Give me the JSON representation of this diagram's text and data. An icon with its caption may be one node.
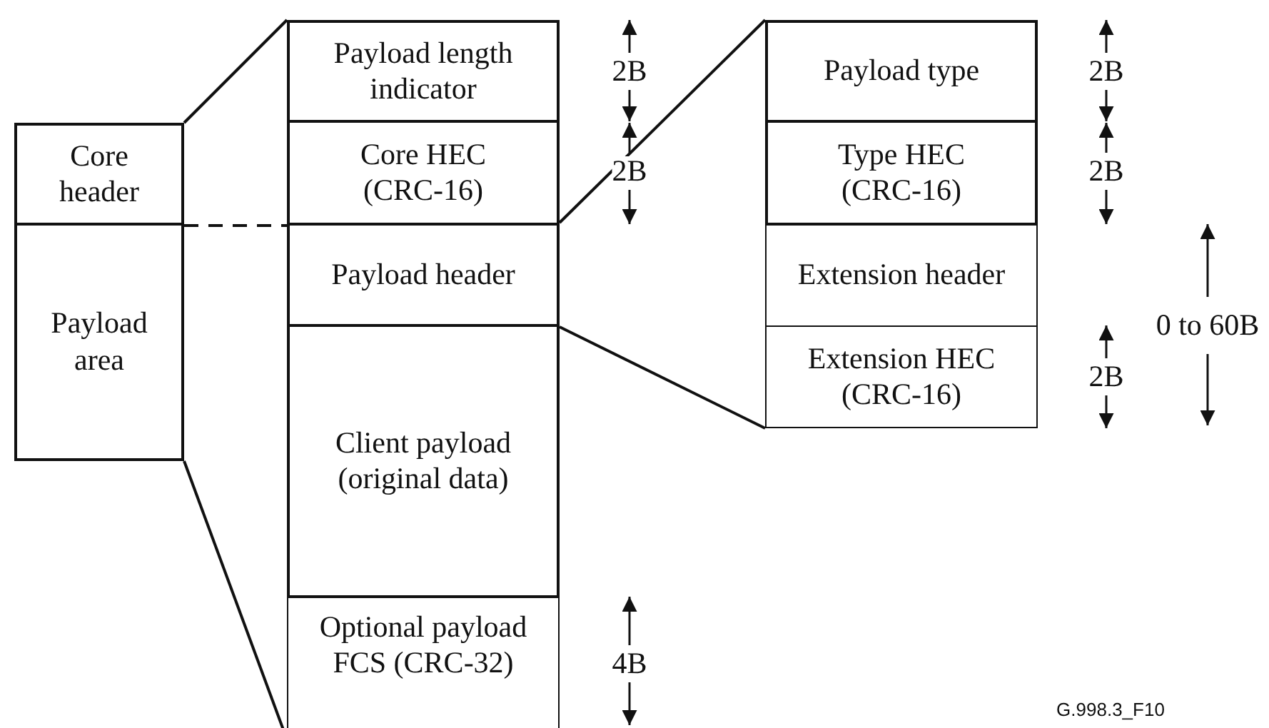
{
  "diagram": {
    "nodes": [
      {
        "text": [
          "Core header"
        ]
      },
      {
        "text": [
          "Payload area"
        ]
      },
      {
        "text": [
          "Payload length indicator"
        ]
      },
      {
        "text": [
          "Core HEC (CRC-16)"
        ]
      },
      {
        "text": [
          "Payload header"
        ]
      },
      {
        "text": [
          "Client payload (original data)"
        ]
      },
      {
        "text": [
          "Optional payload FCS (CRC-32)"
        ]
      },
      {
        "text": [
          "Payload type"
        ]
      },
      {
        "text": [
          "Type HEC (CRC-16)"
        ]
      },
      {
        "text": [
          "Extension header"
        ]
      },
      {
        "text": [
          "Extension HEC (CRC-16)"
        ]
      }
    ],
    "edges": [
      {
        "from": 0,
        "to": 2,
        "arrow": "none"
      },
      {
        "from": 0,
        "to": 3,
        "arrow": "none",
        "style": "dashed"
      },
      {
        "from": 1,
        "to": 6,
        "arrow": "none"
      },
      {
        "from": 4,
        "to": 7,
        "arrow": "none"
      },
      {
        "from": 4,
        "to": 10,
        "arrow": "none"
      }
    ],
    "labels": [
      "2B",
      "2B",
      "2B",
      "2B",
      "0 to 60B",
      "2B",
      "4B",
      "G.998.3_F10"
    ]
  }
}
